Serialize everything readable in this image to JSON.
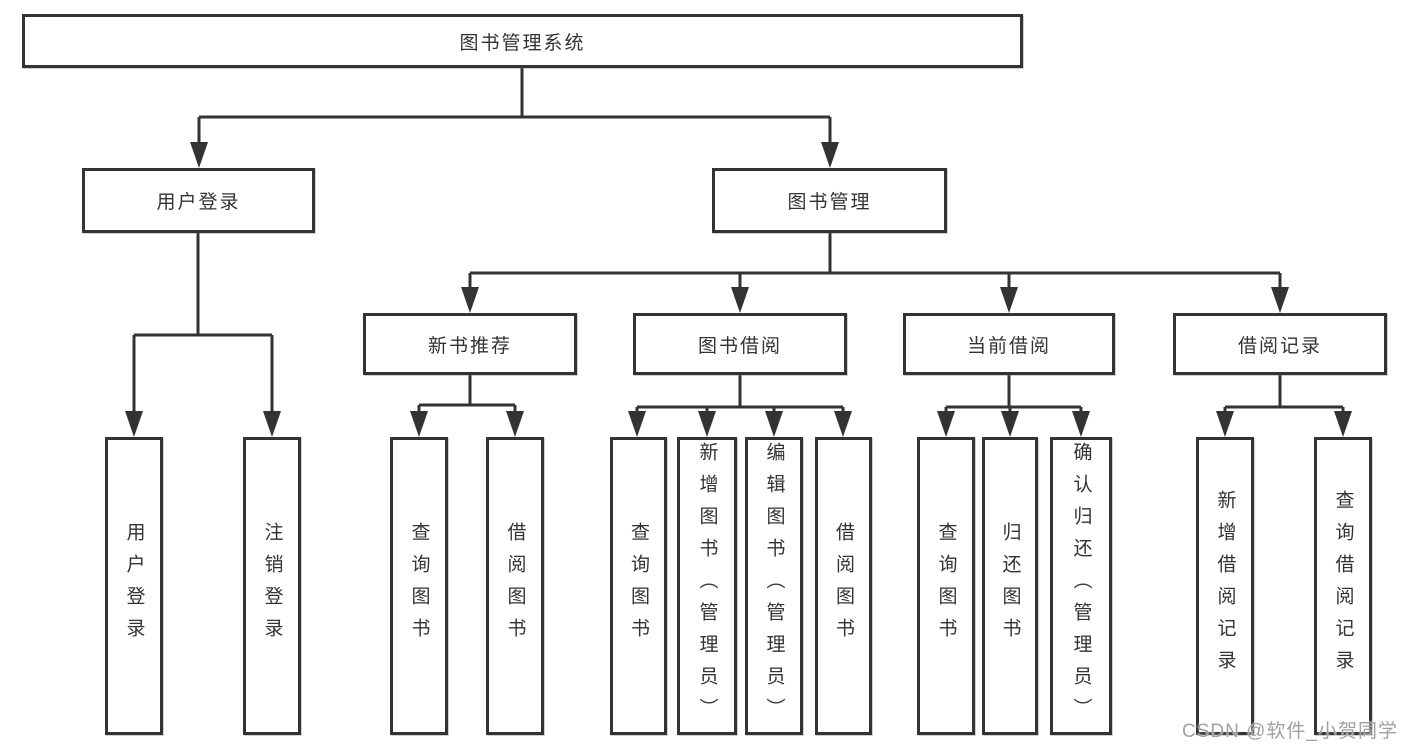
{
  "colors": {
    "line": "#333333",
    "box_border": "#333333",
    "text": "#333333",
    "background": "#ffffff",
    "watermark": "#9da1a5"
  },
  "watermark": "CSDN @软件_小贺同学",
  "tree": {
    "label": "图书管理系统",
    "children": [
      {
        "label": "用户登录",
        "children": [
          {
            "label": "用户登录"
          },
          {
            "label": "注销登录"
          }
        ]
      },
      {
        "label": "图书管理",
        "children": [
          {
            "label": "新书推荐",
            "children": [
              {
                "label": "查询图书"
              },
              {
                "label": "借阅图书"
              }
            ]
          },
          {
            "label": "图书借阅",
            "children": [
              {
                "label": "查询图书"
              },
              {
                "label": "新增图书（管理员）"
              },
              {
                "label": "编辑图书（管理员）"
              },
              {
                "label": "借阅图书"
              }
            ]
          },
          {
            "label": "当前借阅",
            "children": [
              {
                "label": "查询图书"
              },
              {
                "label": "归还图书"
              },
              {
                "label": "确认归还（管理员）"
              }
            ]
          },
          {
            "label": "借阅记录",
            "children": [
              {
                "label": "新增借阅记录"
              },
              {
                "label": "查询借阅记录"
              }
            ]
          }
        ]
      }
    ]
  }
}
